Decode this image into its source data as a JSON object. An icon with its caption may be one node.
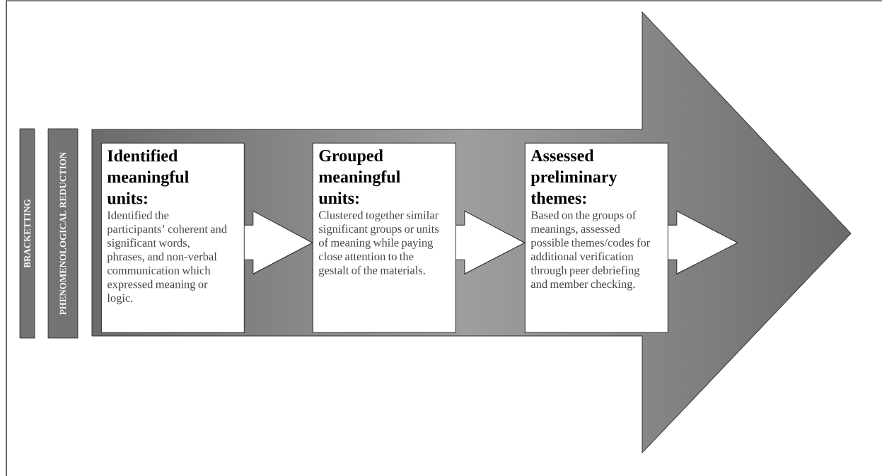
{
  "diagram": {
    "nodes": [
      {
        "text": [
          "BRACKETTING"
        ]
      },
      {
        "text": [
          "PHENOMENOLOGICAL REDUCTION"
        ]
      },
      {
        "text": [],
        "shape": "arrow"
      },
      {
        "text": [
          "**Identified meaningful units**:",
          "Identified the participants’ coherent and significant words, phrases, and non-verbal communication which expressed meaning or logic."
        ],
        "in": 2
      },
      {
        "text": [
          "**Grouped meaningful units**:",
          "Clustered together similar significant groups or units of meaning while paying close attention to the gestalt of the materials."
        ],
        "in": 2
      },
      {
        "text": [
          "**Assessed preliminary themes**:",
          "Based on the groups of meanings, assessed possible themes/codes for additional verification through peer debriefing and member checking."
        ],
        "in": 2
      }
    ],
    "edges": [
      {
        "from": 3,
        "to": 4,
        "arrow": "to"
      },
      {
        "from": 4,
        "to": 5,
        "arrow": "to"
      },
      {
        "from": 5,
        "to": null,
        "arrow": "to"
      }
    ]
  }
}
